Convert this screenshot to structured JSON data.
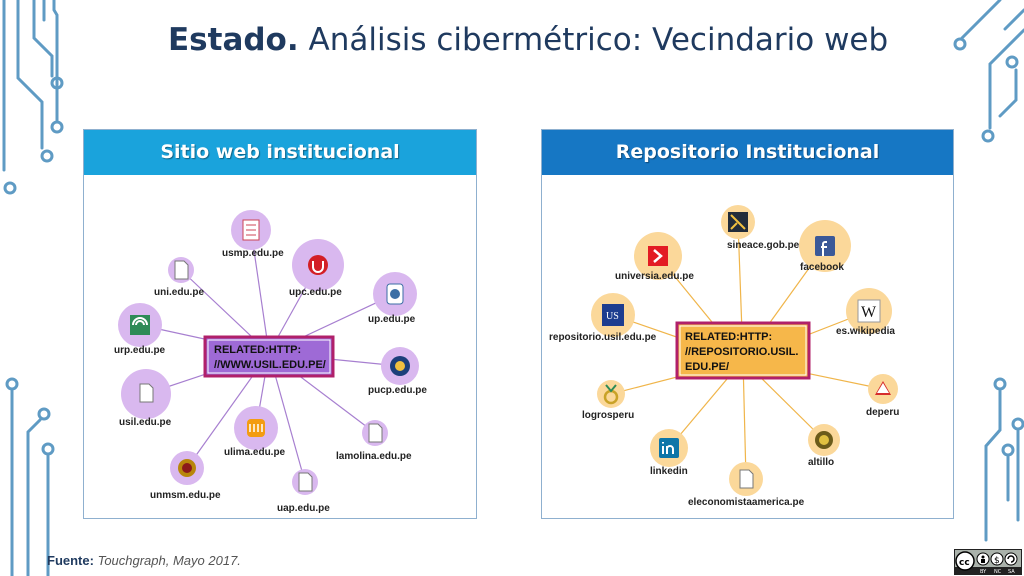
{
  "slide": {
    "title_bold": "Estado.",
    "title_rest": " Análisis cibermétrico: Vecindario web",
    "source_label": "Fuente:",
    "source_text": " Touchgraph, Mayo 2017."
  },
  "license_badge": {
    "labels": [
      "BY",
      "NC",
      "SA"
    ]
  },
  "colors": {
    "title": "#1f3a5f",
    "left_header": "#1aa3dc",
    "right_header": "#1677c4",
    "left_node_fill": "#d9b8ef",
    "left_edge": "#a77fd0",
    "left_center": "#9e6ad6",
    "right_node_fill": "#fbd89a",
    "right_edge": "#f0b54a",
    "right_center": "#f6b74a",
    "circuit": "#5f9bc4"
  },
  "left_panel": {
    "header": "Sitio web institucional",
    "center_label": [
      "RELATED:HTTP:",
      "//WWW.USIL.EDU.PE/"
    ],
    "nodes": [
      {
        "label": "usmp.edu.pe",
        "icon": "crest-icon"
      },
      {
        "label": "upc.edu.pe",
        "icon": "upc-logo-icon"
      },
      {
        "label": "uni.edu.pe",
        "icon": "page-icon"
      },
      {
        "label": "up.edu.pe",
        "icon": "up-logo-icon"
      },
      {
        "label": "urp.edu.pe",
        "icon": "urp-logo-icon"
      },
      {
        "label": "pucp.edu.pe",
        "icon": "pucp-logo-icon"
      },
      {
        "label": "usil.edu.pe",
        "icon": "page-icon"
      },
      {
        "label": "ulima.edu.pe",
        "icon": "ulima-logo-icon"
      },
      {
        "label": "lamolina.edu.pe",
        "icon": "page-icon"
      },
      {
        "label": "unmsm.edu.pe",
        "icon": "crest-icon"
      },
      {
        "label": "uap.edu.pe",
        "icon": "page-icon"
      }
    ]
  },
  "right_panel": {
    "header": "Repositorio Institucional",
    "center_label": [
      "RELATED:HTTP:",
      "//REPOSITORIO.USIL.",
      "EDU.PE/"
    ],
    "nodes": [
      {
        "label": "sineace.gob.pe",
        "icon": "sineace-logo-icon"
      },
      {
        "label": "universia.edu.pe",
        "icon": "universia-logo-icon"
      },
      {
        "label": "facebook",
        "icon": "facebook-icon"
      },
      {
        "label": "repositorio.usil.edu.pe",
        "icon": "usil-logo-icon"
      },
      {
        "label": "es.wikipedia",
        "icon": "wikipedia-icon"
      },
      {
        "label": "deperu",
        "icon": "deperu-logo-icon"
      },
      {
        "label": "logrosperu",
        "icon": "medal-icon"
      },
      {
        "label": "linkedin",
        "icon": "linkedin-icon"
      },
      {
        "label": "altillo",
        "icon": "altillo-logo-icon"
      },
      {
        "label": "eleconomistaamerica.pe",
        "icon": "page-icon"
      }
    ]
  }
}
